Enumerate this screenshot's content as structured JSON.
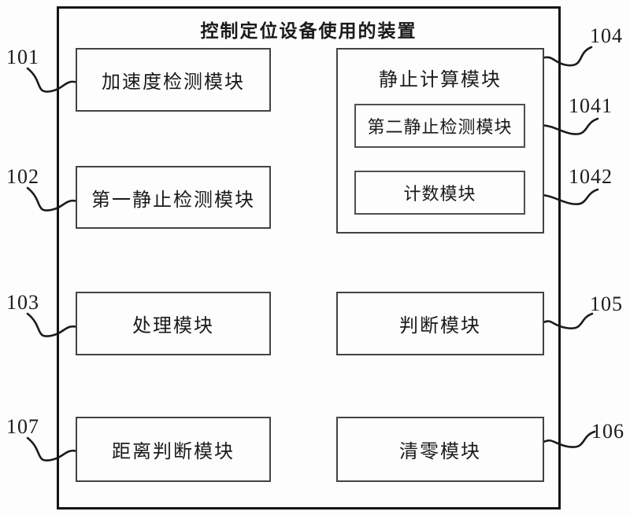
{
  "figure_title": "控制定位设备使用的装置",
  "modules": {
    "left": [
      {
        "ref": "101",
        "label": "加速度检测模块"
      },
      {
        "ref": "102",
        "label": "第一静止检测模块"
      },
      {
        "ref": "103",
        "label": "处理模块"
      },
      {
        "ref": "107",
        "label": "距离判断模块"
      }
    ],
    "right_container": {
      "ref": "104",
      "label": "静止计算模块",
      "children": [
        {
          "ref": "1041",
          "label": "第二静止检测模块"
        },
        {
          "ref": "1042",
          "label": "计数模块"
        }
      ]
    },
    "right": [
      {
        "ref": "105",
        "label": "判断模块"
      },
      {
        "ref": "106",
        "label": "清零模块"
      }
    ]
  },
  "colors": {
    "line": "#1b1b1b",
    "box_border": "#434343",
    "outer_border": "#151515",
    "background": "#fdfdfd"
  }
}
